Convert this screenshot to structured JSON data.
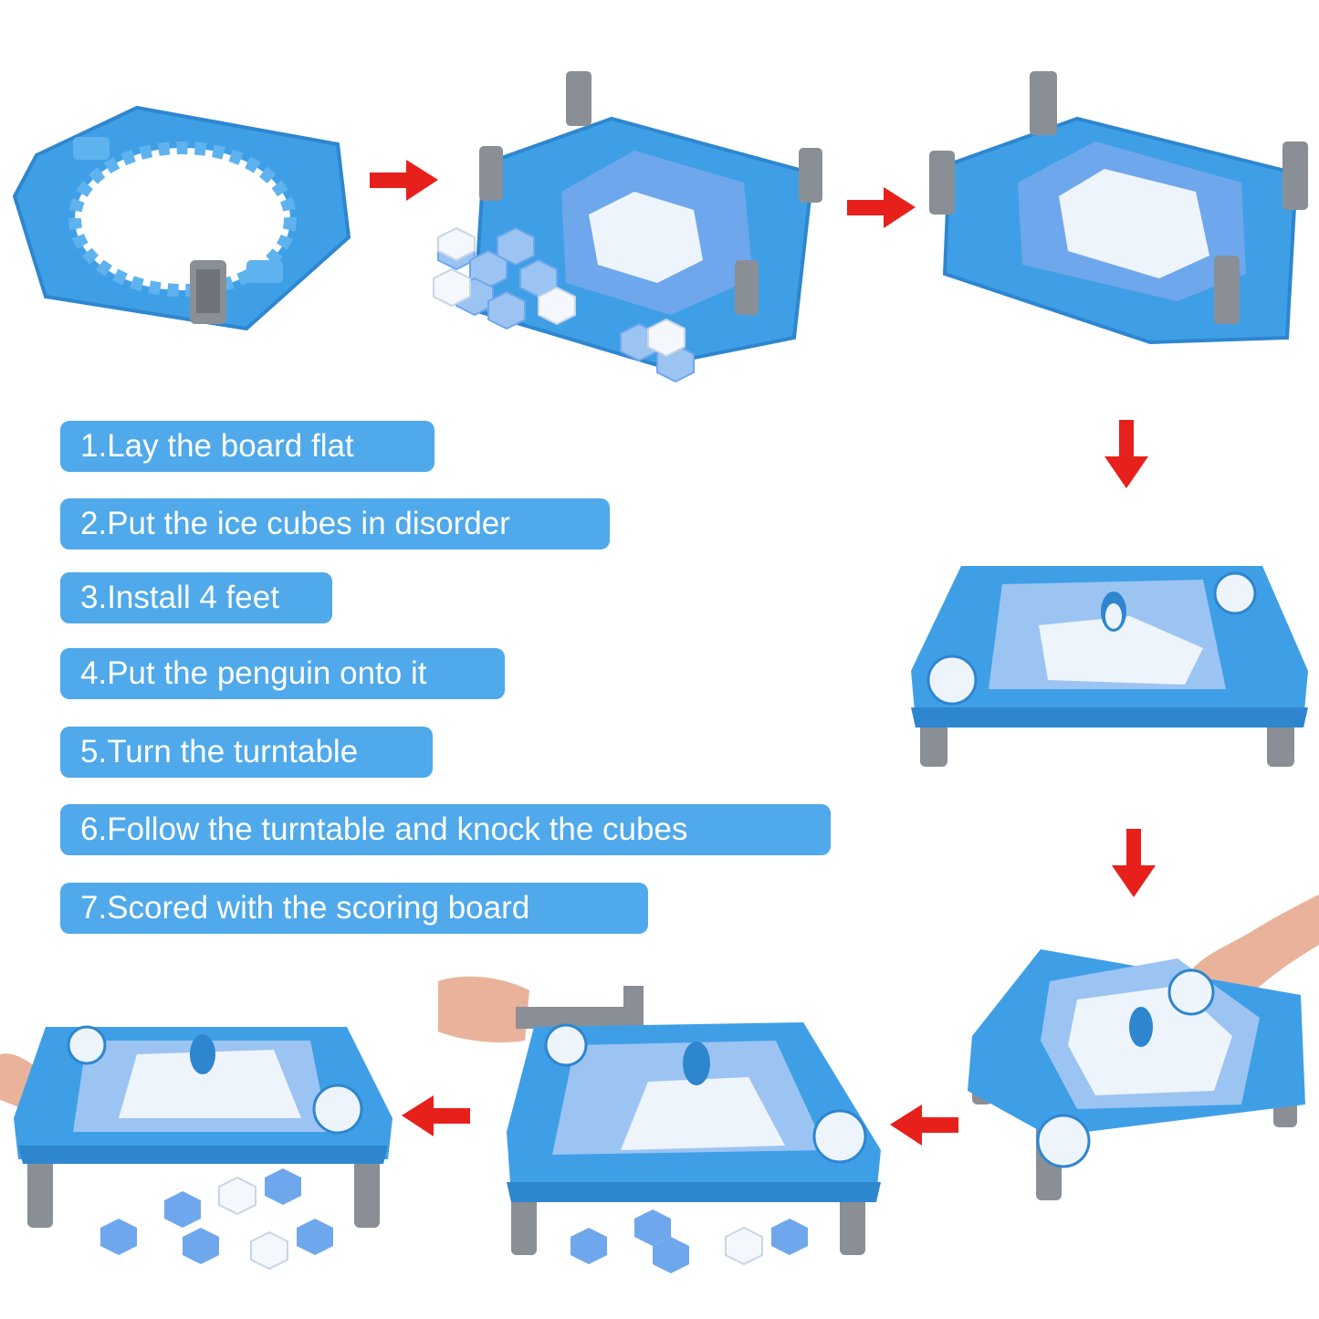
{
  "steps": [
    "1.Lay the board flat",
    "2.Put the ice cubes in disorder",
    "3.Install 4 feet",
    "4.Put the penguin onto it",
    "5.Turn the turntable",
    "6.Follow the turntable and knock the cubes",
    "7.Scored with the scoring board"
  ],
  "colors": {
    "pill": "#4FA9EA",
    "arrow": "#E8201C",
    "board": "#3F9FE6",
    "board_dark": "#2E86CF",
    "ice_light": "#EEF4FB",
    "ice_blue": "#9CC4F2",
    "ice_mid": "#6FA7EC",
    "feet": "#8A8F96"
  }
}
